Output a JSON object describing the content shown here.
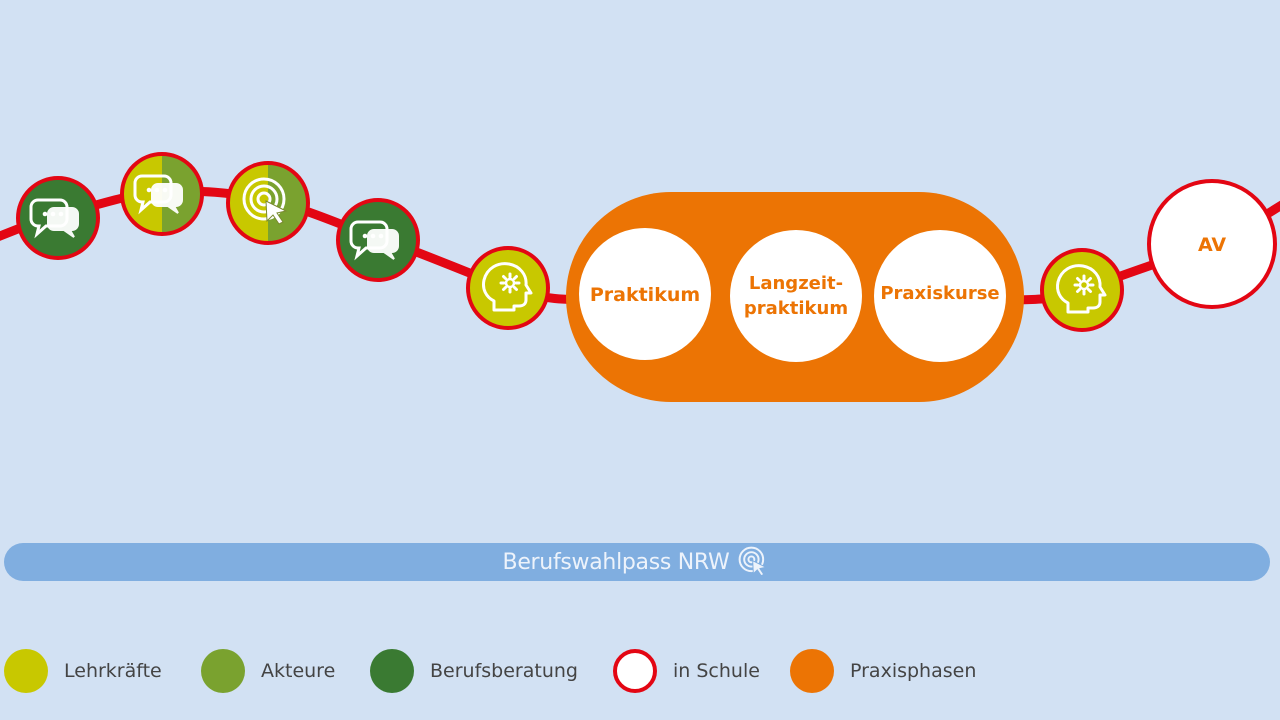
{
  "colors": {
    "background": "#d2e1f3",
    "path": "#e30613",
    "lehrkraefte": "#c8c800",
    "akteure": "#7aa22f",
    "berufsberatung": "#3a7a32",
    "praxisphasen": "#ec7404",
    "pass_bar": "#80aee0"
  },
  "nodes": {
    "praktikum": "Praktikum",
    "langzeit_line1": "Langzeit-",
    "langzeit_line2": "praktikum",
    "praxiskurse": "Praxiskurse",
    "av": "AV"
  },
  "pass_bar": {
    "label": "Berufswahlpass NRW",
    "icon": "click-target-icon"
  },
  "legend": [
    {
      "label": "Lehrkräfte",
      "color": "#c8c800",
      "style": "filled"
    },
    {
      "label": "Akteure",
      "color": "#7aa22f",
      "style": "filled"
    },
    {
      "label": "Berufsberatung",
      "color": "#3a7a32",
      "style": "filled"
    },
    {
      "label": "in Schule",
      "color": "#e30613",
      "style": "ring"
    },
    {
      "label": "Praxisphasen",
      "color": "#ec7404",
      "style": "filled"
    }
  ]
}
